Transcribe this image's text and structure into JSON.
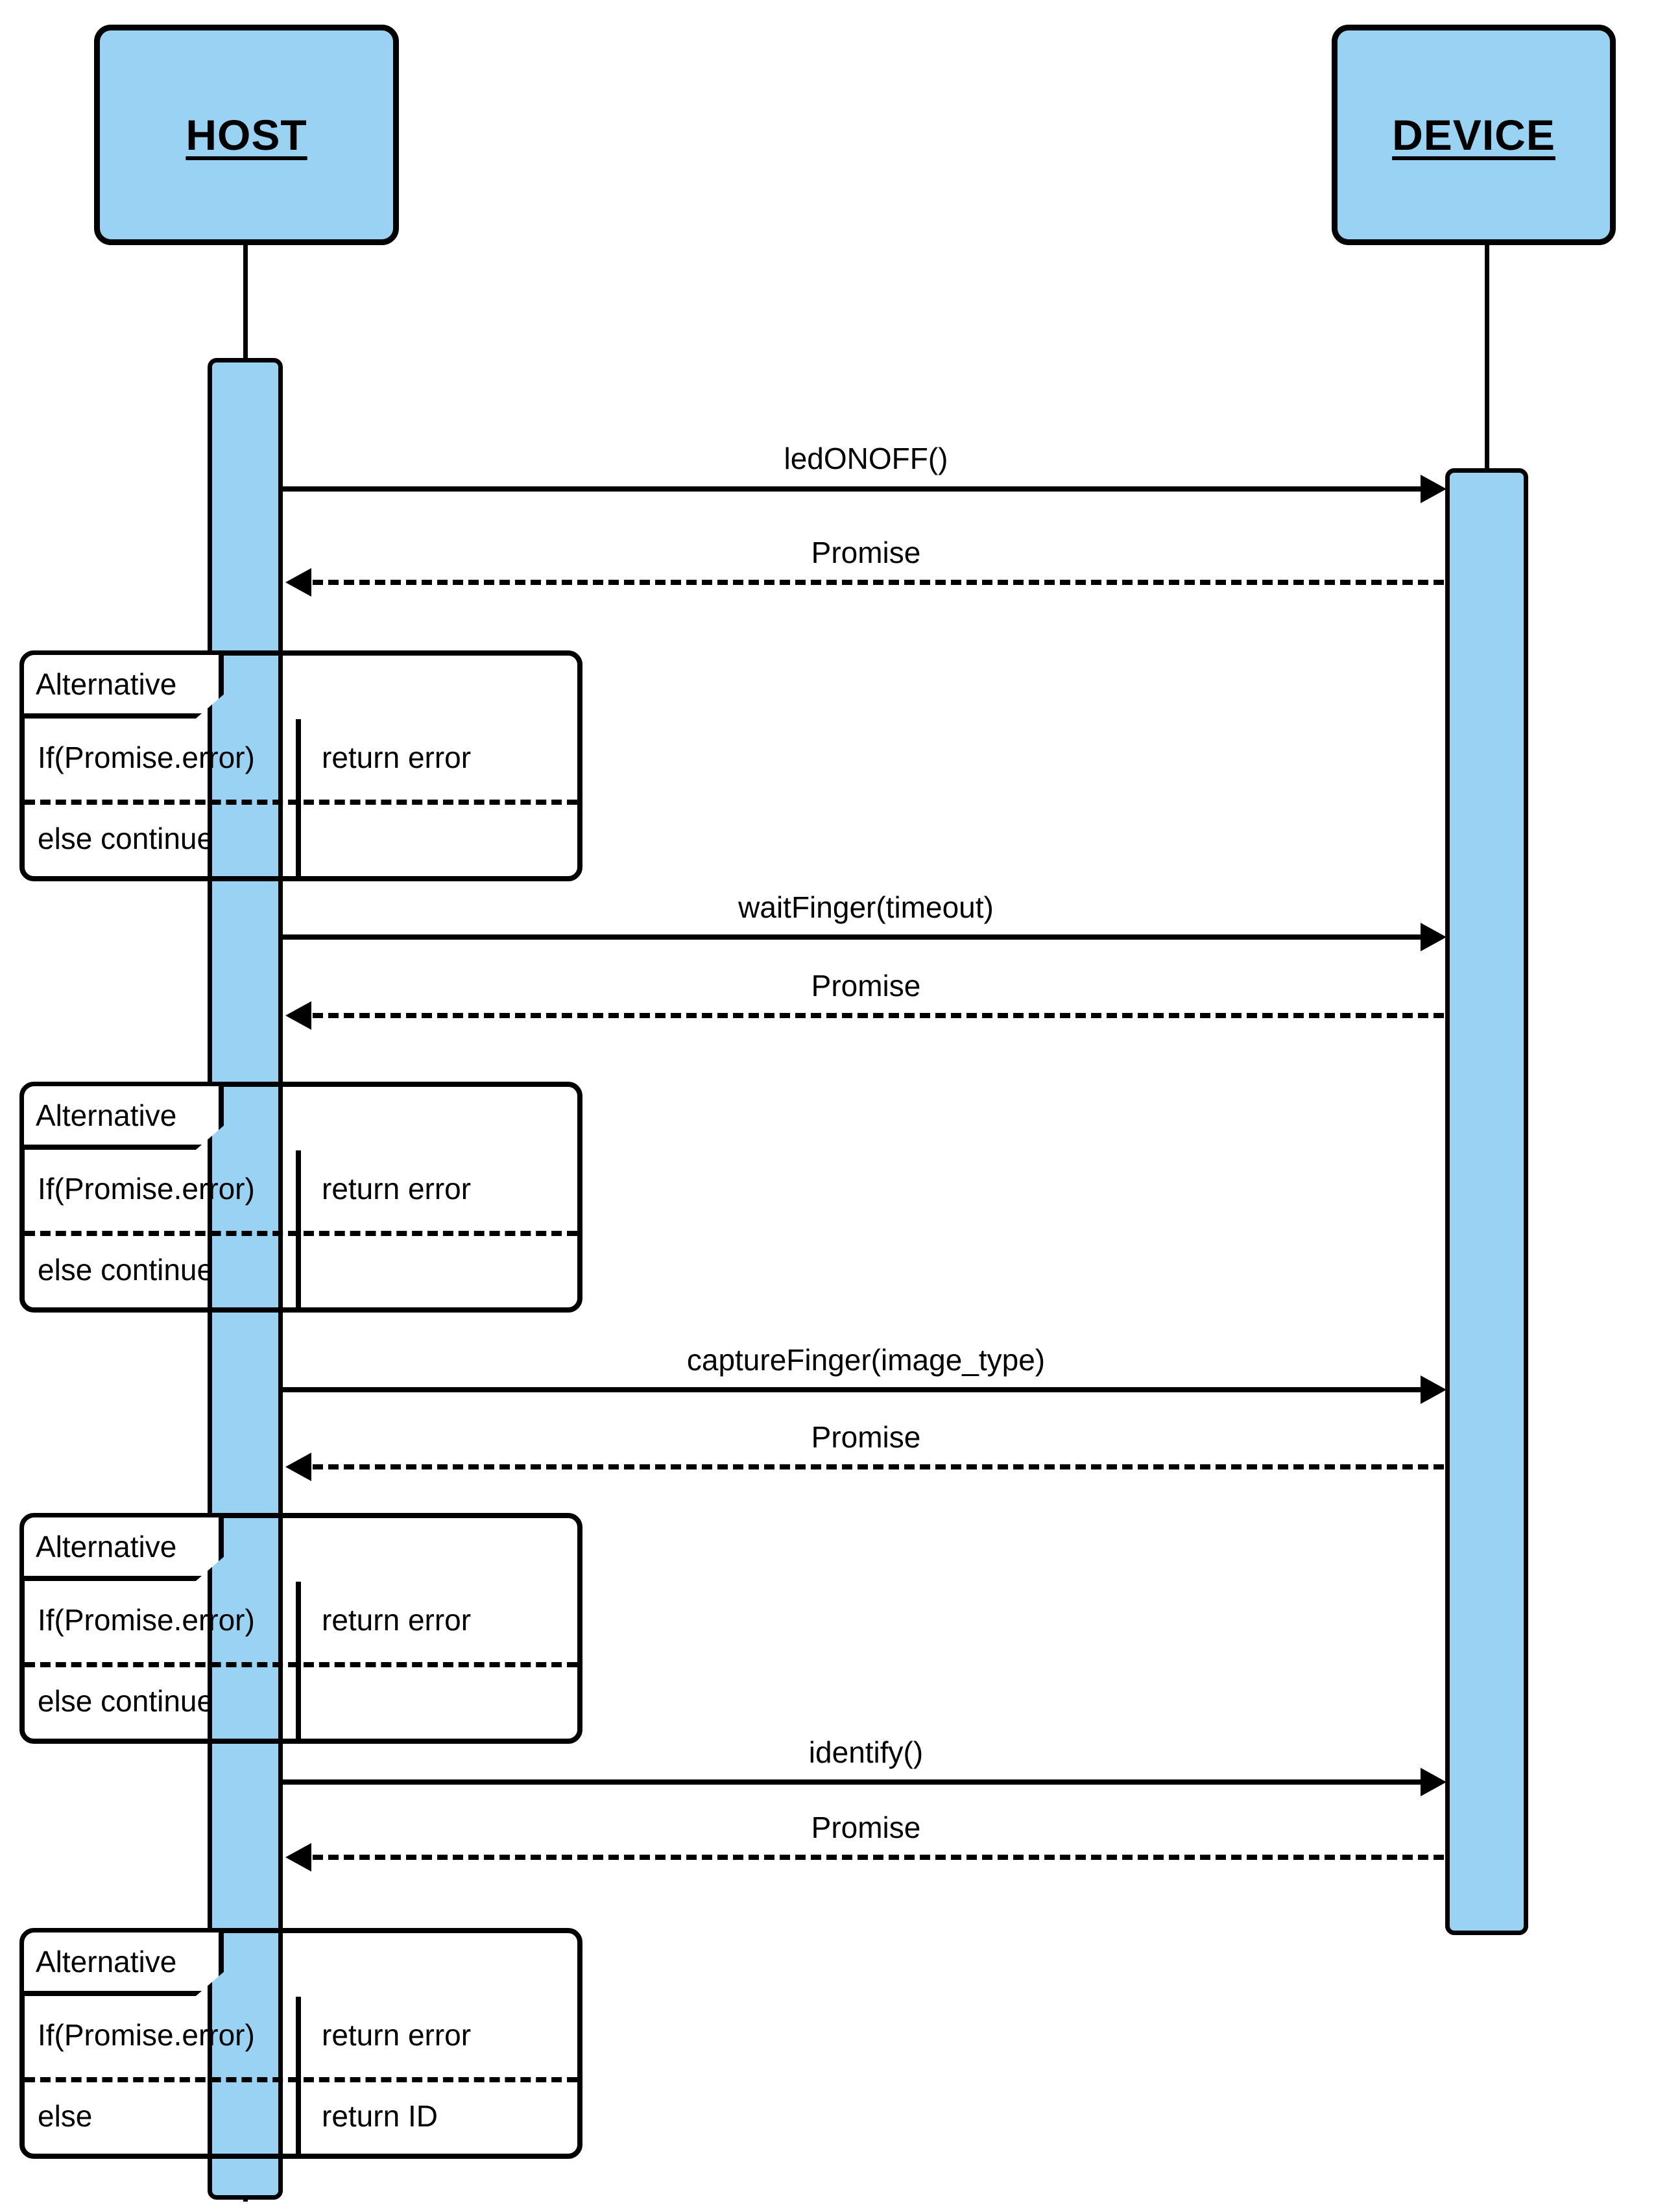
{
  "diagram": {
    "type": "uml-sequence-diagram",
    "title": "",
    "colors": {
      "participant_fill": "#9AD2F4",
      "activation_fill": "#9AD2F4",
      "stroke": "#000000",
      "background": "#FFFFFF"
    }
  },
  "participants": [
    {
      "id": "host",
      "label": "HOST"
    },
    {
      "id": "device",
      "label": "DEVICE"
    }
  ],
  "messages": [
    {
      "id": "m1",
      "label": "ledONOFF()",
      "from": "host",
      "to": "device",
      "style": "solid"
    },
    {
      "id": "m2",
      "label": "Promise",
      "from": "device",
      "to": "host",
      "style": "dashed"
    },
    {
      "id": "m3",
      "label": "waitFinger(timeout)",
      "from": "host",
      "to": "device",
      "style": "solid"
    },
    {
      "id": "m4",
      "label": "Promise",
      "from": "device",
      "to": "host",
      "style": "dashed"
    },
    {
      "id": "m5",
      "label": "captureFinger(image_type)",
      "from": "host",
      "to": "device",
      "style": "solid"
    },
    {
      "id": "m6",
      "label": "Promise",
      "from": "device",
      "to": "host",
      "style": "dashed"
    },
    {
      "id": "m7",
      "label": "identify()",
      "from": "host",
      "to": "device",
      "style": "solid"
    },
    {
      "id": "m8",
      "label": "Promise",
      "from": "device",
      "to": "host",
      "style": "dashed"
    }
  ],
  "fragments": [
    {
      "id": "alt1",
      "tab_label": "Alternative",
      "branches": [
        {
          "guard": "If(Promise.error)",
          "action": "return error"
        },
        {
          "guard": "else  continue",
          "action": ""
        }
      ]
    },
    {
      "id": "alt2",
      "tab_label": "Alternative",
      "branches": [
        {
          "guard": "If(Promise.error)",
          "action": "return error"
        },
        {
          "guard": "else  continue",
          "action": ""
        }
      ]
    },
    {
      "id": "alt3",
      "tab_label": "Alternative",
      "branches": [
        {
          "guard": "If(Promise.error)",
          "action": "return error"
        },
        {
          "guard": "else  continue",
          "action": ""
        }
      ]
    },
    {
      "id": "alt4",
      "tab_label": "Alternative",
      "branches": [
        {
          "guard": "If(Promise.error)",
          "action": "return error"
        },
        {
          "guard": "else",
          "action": "return  ID"
        }
      ]
    }
  ]
}
